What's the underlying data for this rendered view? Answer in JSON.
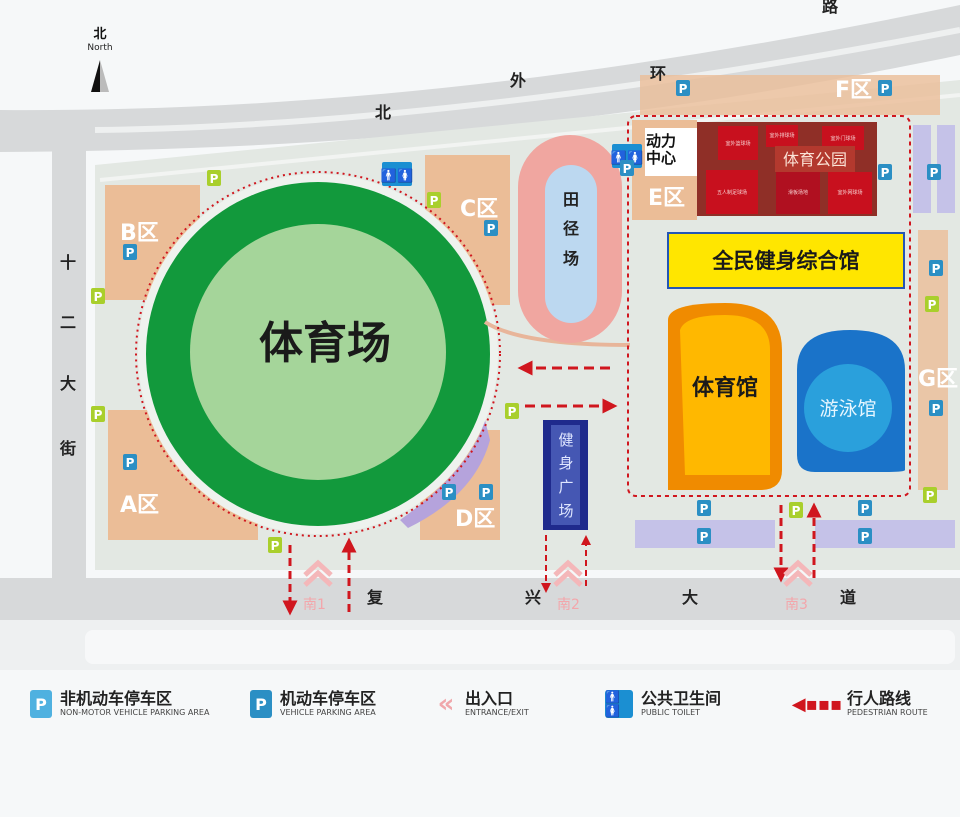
{
  "compass": {
    "label_zh": "北",
    "label_en": "North"
  },
  "roads": {
    "north": [
      "北",
      "外",
      "环",
      "路"
    ],
    "west": [
      "十",
      "二",
      "大",
      "街"
    ],
    "south": [
      "复",
      "兴",
      "大",
      "道"
    ]
  },
  "venues": {
    "stadium": "体育场",
    "track": [
      "田",
      "径",
      "场"
    ],
    "power_center": [
      "动力",
      "中心"
    ],
    "sports_park": "体育公园",
    "park_courts": [
      "室外篮球场",
      "室外排球场",
      "室外门球场",
      "五人制足球场",
      "滑板场地",
      "室外网球场"
    ],
    "fitness_hall": "全民健身综合馆",
    "gymnasium": "体育馆",
    "natatorium": "游泳馆",
    "fitness_plaza": [
      "健",
      "身",
      "广",
      "场"
    ]
  },
  "zones": {
    "a": "A区",
    "b": "B区",
    "c": "C区",
    "d": "D区",
    "e": "E区",
    "f": "F区",
    "g": "G区"
  },
  "gates": {
    "s1": "南1",
    "s2": "南2",
    "s3": "南3"
  },
  "legend": [
    {
      "zh": "非机动车停车区",
      "en": "NON-MOTOR VEHICLE PARKING AREA",
      "icon": "bicycle-parking-icon"
    },
    {
      "zh": "机动车停车区",
      "en": "VEHICLE PARKING AREA",
      "icon": "vehicle-parking-icon"
    },
    {
      "zh": "出入口",
      "en": "ENTRANCE/EXIT",
      "icon": "entrance-chevron-icon"
    },
    {
      "zh": "公共卫生间",
      "en": "PUBLIC TOILET",
      "icon": "toilet-icon"
    },
    {
      "zh": "行人路线",
      "en": "PEDESTRIAN ROUTE",
      "icon": "pedestrian-route-arrow-icon"
    }
  ],
  "colors": {
    "stadium_ring": "#12993c",
    "stadium_field": "#a5d59a",
    "zone": "#ebbd97",
    "route": "#d0161e",
    "park": "#8f2f27",
    "fitness_hall": "#ffe600",
    "gymnasium": "#f5a300",
    "natatorium": "#1a73c9",
    "plaza": "#1f2a8c",
    "vehicle_parking": "#2b8fc4",
    "bicycle_parking": "#a9cf2c"
  }
}
